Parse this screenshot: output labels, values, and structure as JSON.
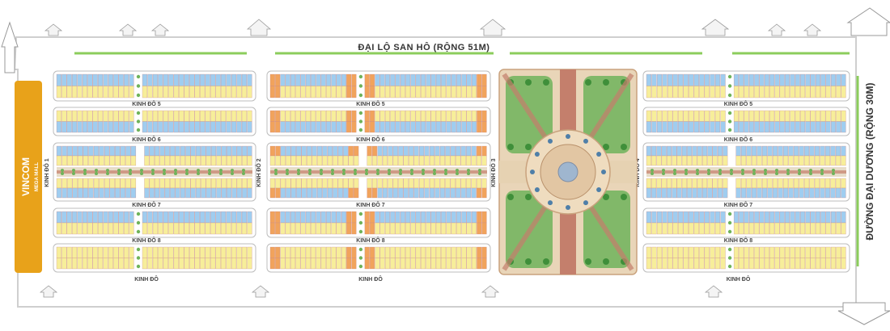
{
  "roads": {
    "top": "ĐẠI LỘ SAN HÔ (RỘNG 51M)",
    "right": "ĐƯỜNG ĐẠI DƯƠNG (RỘNG 30M)"
  },
  "mall": {
    "title": "VINCOM",
    "subtitle": "MEGA MALL"
  },
  "streets": {
    "row_labels": [
      "KINH ĐÔ 5",
      "KINH ĐÔ 6",
      "KINH ĐÔ 7",
      "KINH ĐÔ 8",
      "KINH ĐÔ"
    ],
    "vertical_labels": [
      "KINH ĐÔ 1",
      "KINH ĐÔ 2",
      "KINH ĐÔ 3",
      "KINH ĐÔ 4"
    ]
  },
  "colors": {
    "road": "#d9d9d9",
    "mall": "#e8a21a",
    "lot_blue": "#9fcdf0",
    "lot_yellow": "#f7ee9a",
    "lot_orange": "#f1a35c",
    "park_green": "#6fb35a",
    "plaza": "#e9d5b8",
    "walkway": "#c47f6c",
    "greenline": "#8ccd5c"
  }
}
